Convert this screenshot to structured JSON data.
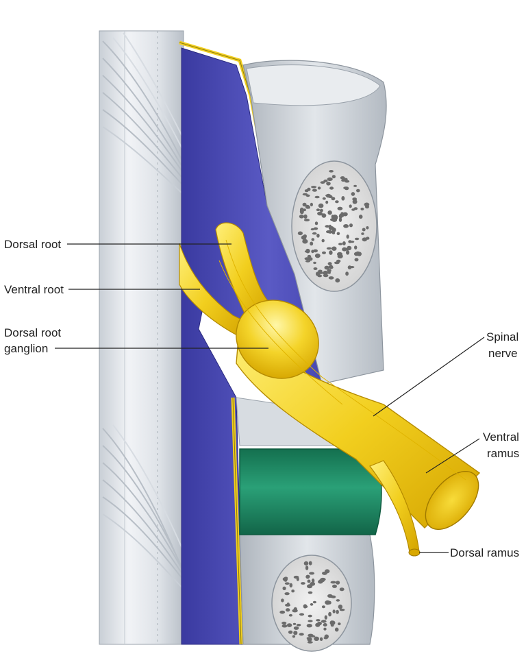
{
  "labels": {
    "dorsal_root": "Dorsal root",
    "ventral_root": "Ventral root",
    "dorsal_root_ganglion_line1": "Dorsal root",
    "dorsal_root_ganglion_line2": "ganglion",
    "spinal_nerve_line1": "Spinal",
    "spinal_nerve_line2": "nerve",
    "ventral_ramus_line1": "Ventral",
    "ventral_ramus_line2": "ramus",
    "dorsal_ramus": "Dorsal ramus"
  },
  "colors": {
    "nerve_yellow": "#f2cf1f",
    "nerve_yellow_dark": "#d9a800",
    "dura_blue": "#4848b0",
    "disc_green": "#1f8a62",
    "cord_gray": "#dde2e8",
    "bone_gray": "#cfd5db",
    "bone_pore": "#6b6b6b"
  }
}
